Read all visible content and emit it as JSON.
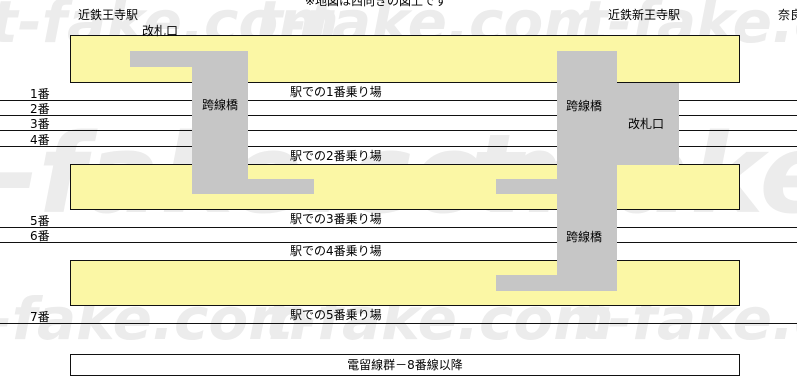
{
  "header": {
    "note": "※地図は西向きの図上です",
    "left_station": "近鉄王寺駅",
    "left_gate": "改札口",
    "right_station": "近鉄新王寺駅",
    "right_edge": "奈良"
  },
  "track_numbers": [
    "1番",
    "2番",
    "3番",
    "4番",
    "5番",
    "6番",
    "7番"
  ],
  "platform_labels": [
    "駅での1番乗り場",
    "駅での2番乗り場",
    "駅での3番乗り場",
    "駅での4番乗り場",
    "駅での5番乗り場"
  ],
  "bridges": {
    "left": "跨線橋",
    "right_upper": "跨線橋",
    "right_lower": "跨線橋"
  },
  "right_gate": "改札口",
  "yard_label": "電留線群－8番線以降",
  "watermark": "t-fake.com",
  "colors": {
    "platform": "#fbf7a5",
    "bridge": "#c6c6c6",
    "line": "#111111",
    "watermark": "#ececec"
  }
}
